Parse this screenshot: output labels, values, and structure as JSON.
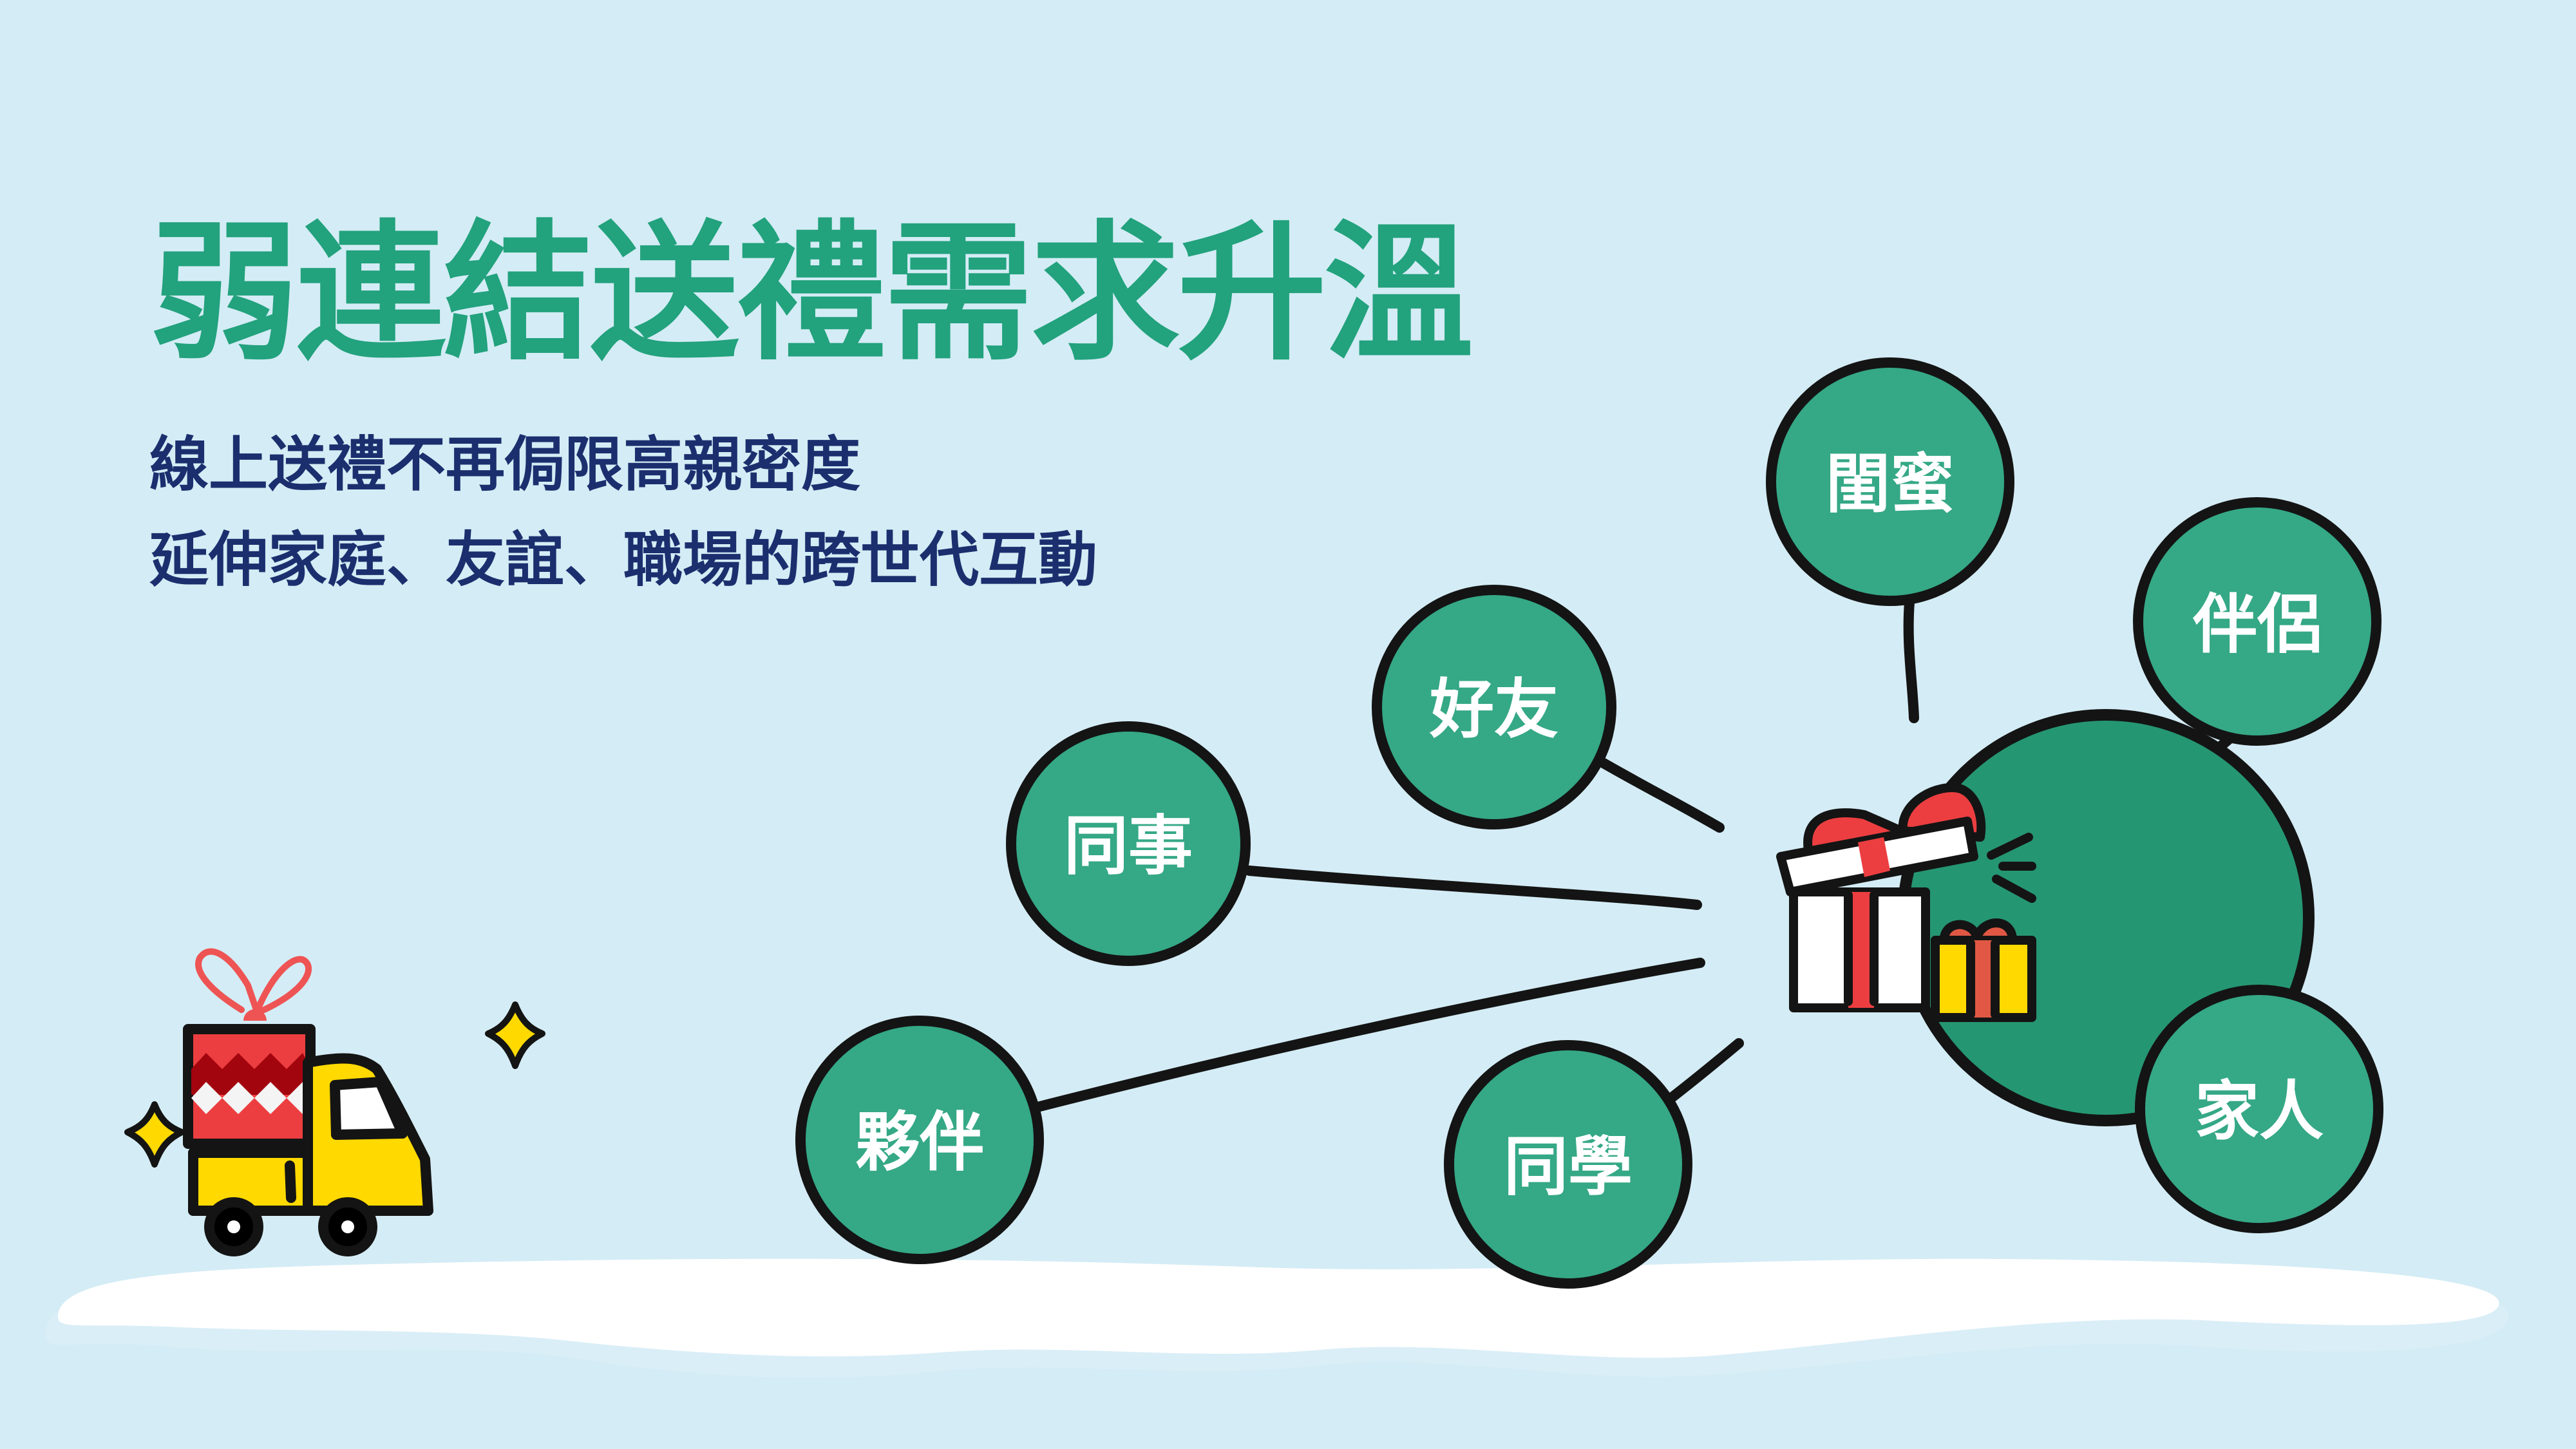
{
  "header": {
    "title": "弱連結送禮需求升溫",
    "subtitle_lines": [
      "線上送禮不再侷限高親密度",
      "延伸家庭、友誼、職場的跨世代互動"
    ]
  },
  "diagram": {
    "center": {
      "icon": "gift-boxes-icon"
    },
    "nodes": [
      {
        "label": "閨蜜"
      },
      {
        "label": "伴侶"
      },
      {
        "label": "好友"
      },
      {
        "label": "同事"
      },
      {
        "label": "夥伴"
      },
      {
        "label": "同學"
      },
      {
        "label": "家人"
      }
    ]
  },
  "decorations": {
    "truck": "gift-delivery-truck-icon",
    "sparkles": [
      "sparkle-icon",
      "sparkle-icon"
    ],
    "ground": "snow-ground"
  },
  "colors": {
    "background": "#d4ecf5",
    "title": "#22a27d",
    "subtitle": "#1b2f6e",
    "node_fill": "#35a886",
    "hub_fill": "#259672",
    "outline": "#141414",
    "gift_red": "#ec3e40",
    "gift_yellow": "#ffd900"
  }
}
